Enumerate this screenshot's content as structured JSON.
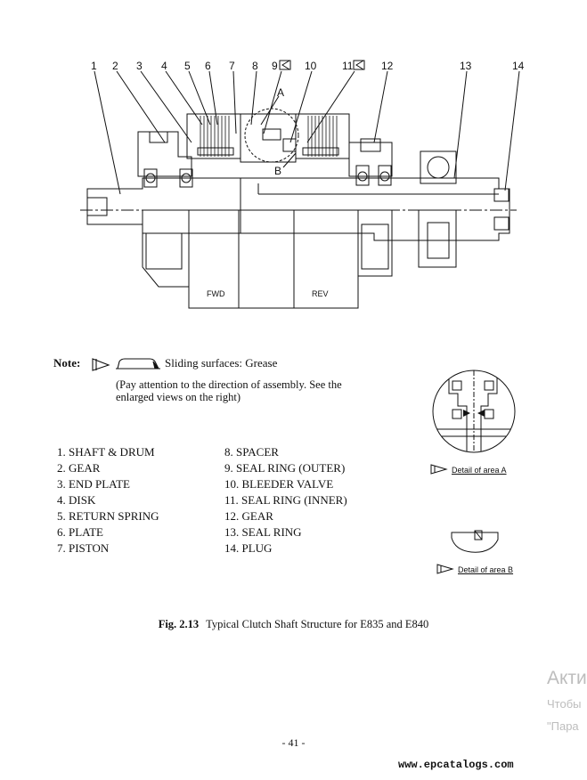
{
  "callouts": [
    "1",
    "2",
    "3",
    "4",
    "5",
    "6",
    "7",
    "8",
    "9",
    "10",
    "11",
    "12",
    "13",
    "14"
  ],
  "area_labels": {
    "a": "A",
    "b": "B"
  },
  "drum_labels": {
    "fwd": "FWD",
    "rev": "REV"
  },
  "note": {
    "label": "Note:",
    "sliding": "Sliding surfaces: Grease",
    "attention": "(Pay attention to the direction of assembly. See the enlarged views on the right)"
  },
  "parts_left": [
    "1. SHAFT & DRUM",
    "2. GEAR",
    "3. END PLATE",
    "4. DISK",
    "5. RETURN SPRING",
    "6. PLATE",
    "7. PISTON"
  ],
  "parts_right": [
    "8. SPACER",
    "9. SEAL RING (OUTER)",
    "10. BLEEDER VALVE",
    "11. SEAL RING (INNER)",
    "12. GEAR",
    "13. SEAL RING",
    "14. PLUG"
  ],
  "detail_a": "Detail of area A",
  "detail_b": "Detail of area B",
  "figure": {
    "number": "Fig. 2.13",
    "caption": "Typical Clutch Shaft Structure for E835 and E840"
  },
  "page_number": "- 41 -",
  "watermark": [
    "Акти",
    "Чтобы",
    "\"Пара"
  ],
  "website": "www.epcatalogs.com"
}
